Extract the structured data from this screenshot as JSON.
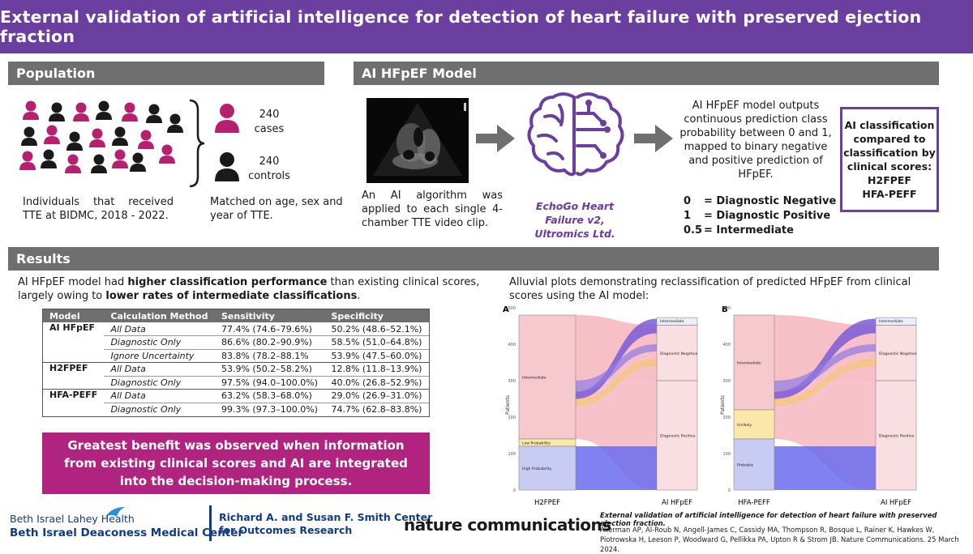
{
  "title": "External validation of artificial intelligence for detection of heart failure with preserved ejection fraction",
  "population": {
    "header": "Population",
    "cases_count": "240",
    "cases_label": "cases",
    "controls_count": "240",
    "controls_label": "controls",
    "individuals_text": "Individuals that received TTE at BIDMC, 2018 - 2022.",
    "matched_text": "Matched on age, sex and year of TTE."
  },
  "model": {
    "header": "AI HFpEF Model",
    "algorithm_text": "An AI algorithm was applied to each single 4-chamber TTE video clip.",
    "product_line1": "EchoGo Heart",
    "product_line2": "Failure v2,",
    "product_line3": "Ultromics Ltd.",
    "output_text": "AI HFpEF model outputs continuous prediction class probability between 0 and 1, mapped to binary negative and positive prediction of HFpEF.",
    "legend": [
      {
        "value": "0",
        "label": "= Diagnostic Negative"
      },
      {
        "value": "1",
        "label": "= Diagnostic Positive"
      },
      {
        "value": "0.5",
        "label": "= Intermediate"
      }
    ],
    "box_lines": [
      "AI classification",
      "compared to",
      "classification by",
      "clinical scores:",
      "H2FPEF",
      "HFA-PEFF"
    ]
  },
  "results": {
    "header": "Results",
    "intro_pre": "AI HFpEF model had ",
    "intro_bold1": "higher classification performance",
    "intro_mid": " than existing clinical scores, largely owing to ",
    "intro_bold2": "lower rates of intermediate classifications",
    "intro_end": ".",
    "table": {
      "headers": [
        "Model",
        "Calculation Method",
        "Sensitivity",
        "Specificity"
      ],
      "rows": [
        {
          "model": "AI HFpEF",
          "method": "All Data",
          "sens": "77.4% (74.6–79.6%)",
          "spec": "50.2% (48.6–52.1%)"
        },
        {
          "model": "",
          "method": "Diagnostic Only",
          "sens": "86.6% (80.2–90.9%)",
          "spec": "58.5% (51.0–64.8%)"
        },
        {
          "model": "",
          "method": "Ignore Uncertainty",
          "sens": "83.8% (78.2–88.1%",
          "spec": "53.9% (47.5–60.0%)"
        },
        {
          "model": "H2FPEF",
          "method": "All Data",
          "sens": "53.9% (50.2–58.2%)",
          "spec": "12.8% (11.8–13.9%)"
        },
        {
          "model": "",
          "method": "Diagnostic Only",
          "sens": "97.5% (94.0–100.0%)",
          "spec": "40.0% (26.8–52.9%)"
        },
        {
          "model": "HFA-PEFF",
          "method": "All Data",
          "sens": "63.2% (58.3–68.0%)",
          "spec": "29.0% (26.9–31.0%)"
        },
        {
          "model": "",
          "method": "Diagnostic Only",
          "sens": "99.3% (97.3–100.0%)",
          "spec": "74.7% (62.8–83.8%)"
        }
      ]
    },
    "callout": "Greatest benefit was observed when information from existing clinical scores and AI are integrated into the decision-making process.",
    "alluvial_caption": "Alluvial plots demonstrating reclassification of predicted HFpEF from clinical scores using the AI model:"
  },
  "plots": {
    "ylabel": "Patients",
    "yticks": [
      "0",
      "100",
      "200",
      "300",
      "400",
      "500"
    ],
    "panels": [
      {
        "letter": "A",
        "left_axis": "H2FPEF",
        "right_axis": "AI HFpEF",
        "left_nodes": [
          "Intermediate",
          "Low Probability",
          "High Probability"
        ],
        "right_nodes": [
          "Intermediate",
          "Diagnostic Negative",
          "Diagnostic Positive"
        ]
      },
      {
        "letter": "B",
        "left_axis": "HFA-PEFF",
        "right_axis": "AI HFpEF",
        "left_nodes": [
          "Intermediate",
          "Unlikely",
          "Probable"
        ],
        "right_nodes": [
          "Intermediate",
          "Diagnostic Negative",
          "Diagnostic Positive"
        ]
      }
    ]
  },
  "footer": {
    "bilh": "Beth Israel Lahey Health",
    "bidmc": "Beth Israel Deaconess Medical Center",
    "smith_line1": "Richard A. and Susan F. Smith Center",
    "smith_line2": "for Outcomes Research",
    "journal": "nature communications",
    "citation_title": "External validation of artificial intelligence for detection of heart failure with preserved ejection fraction.",
    "citation_authors": "Akerman AP, Al-Roub N, Angell-James C, Cassidy MA, Thompson R, Bosque L, Rainer K, Hawkes W, Piotrowska H, Leeson P, Woodward G, Pellikka PA, Upton R & Strom JB. Nature Communications. 25 March 2024."
  },
  "colors": {
    "purple": "#6b3fa0",
    "magenta": "#b0237e",
    "person_pink": "#b5216f",
    "gray": "#6f6f6f",
    "navy": "#0f3c84"
  }
}
